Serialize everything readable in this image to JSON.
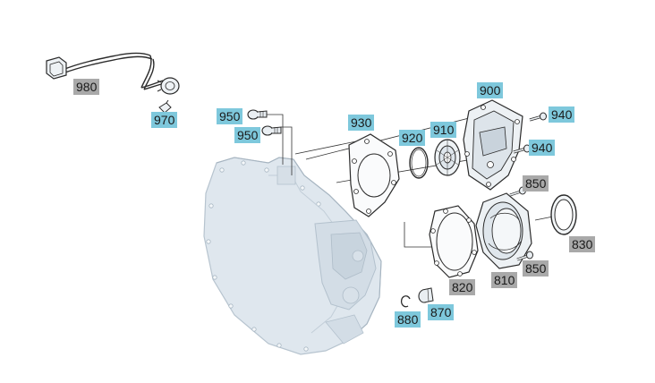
{
  "colors": {
    "callout_blue": "#7ec8dc",
    "callout_gray": "#a9a9a9",
    "part_fill": "#dfe7ee",
    "part_stroke": "#2b2b2b"
  },
  "callouts": {
    "p980": "980",
    "p970": "970",
    "p950a": "950",
    "p950b": "950",
    "p930": "930",
    "p920": "920",
    "p910": "910",
    "p900": "900",
    "p940a": "940",
    "p940b": "940",
    "p850a": "850",
    "p850b": "850",
    "p830": "830",
    "p820": "820",
    "p810": "810",
    "p880": "880",
    "p870": "870"
  }
}
